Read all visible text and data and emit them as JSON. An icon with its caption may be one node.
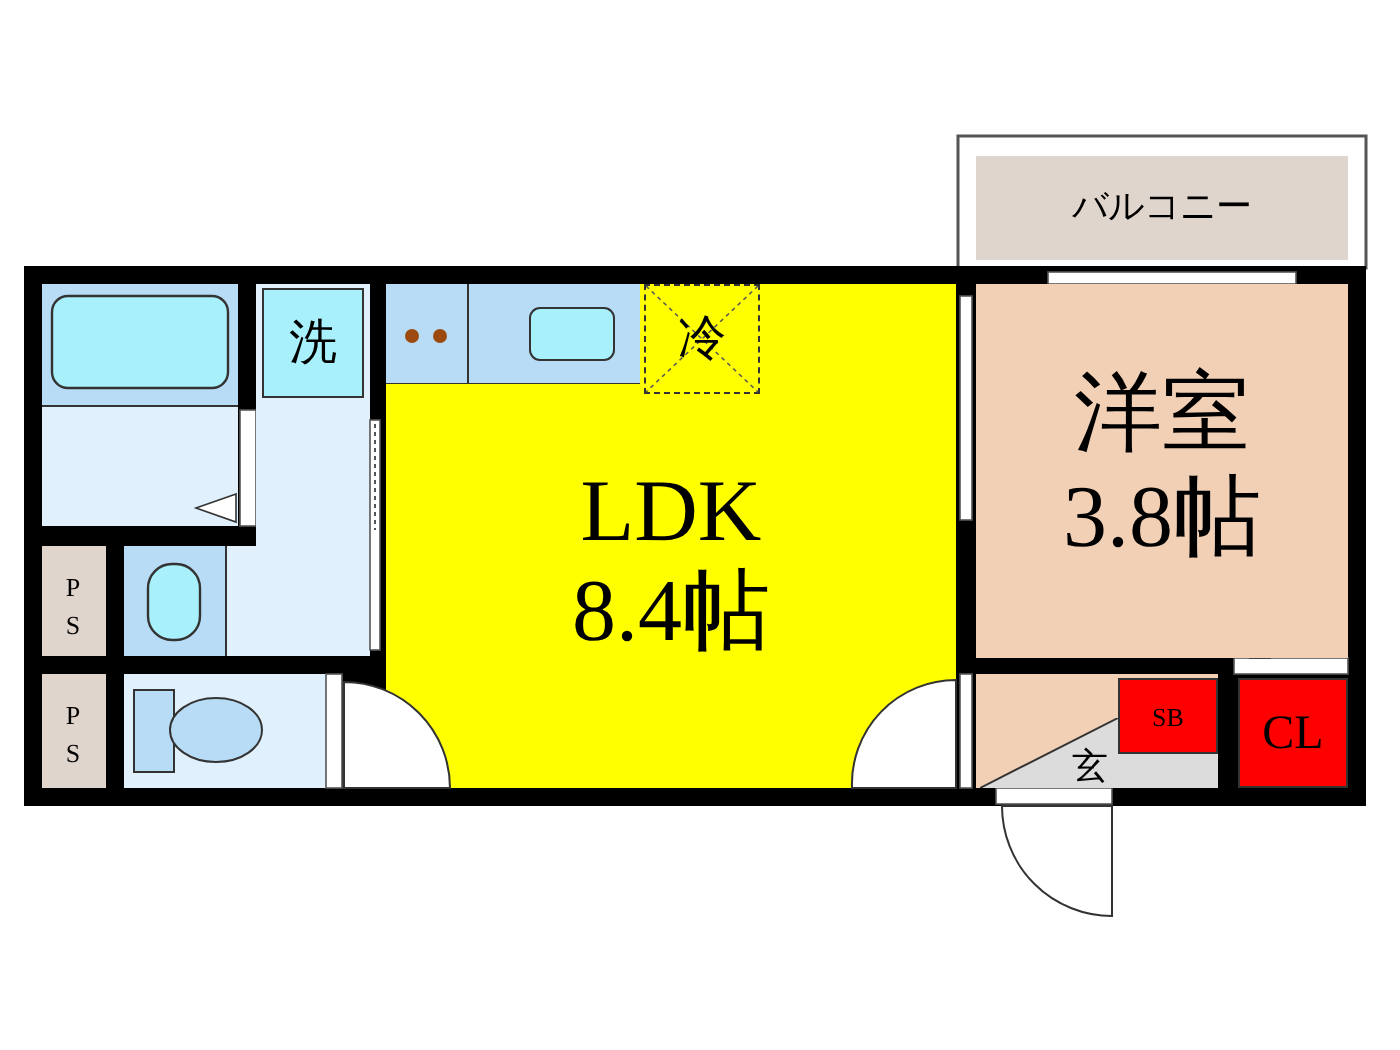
{
  "diagram": {
    "nodes": [
      {
        "text": [
          "LDK",
          "8.4帖"
        ]
      },
      {
        "text": [
          "洋室",
          "3.8帖"
        ]
      },
      {
        "text": [
          "バルコニー"
        ]
      },
      {
        "text": [
          "洗"
        ]
      },
      {
        "text": [
          "冷"
        ],
        "in": 0
      },
      {
        "text": [
          "PS"
        ]
      },
      {
        "text": [
          "PS"
        ]
      },
      {
        "text": [
          "SB"
        ]
      },
      {
        "text": [
          "CL"
        ]
      },
      {
        "text": [
          "玄"
        ]
      }
    ]
  }
}
